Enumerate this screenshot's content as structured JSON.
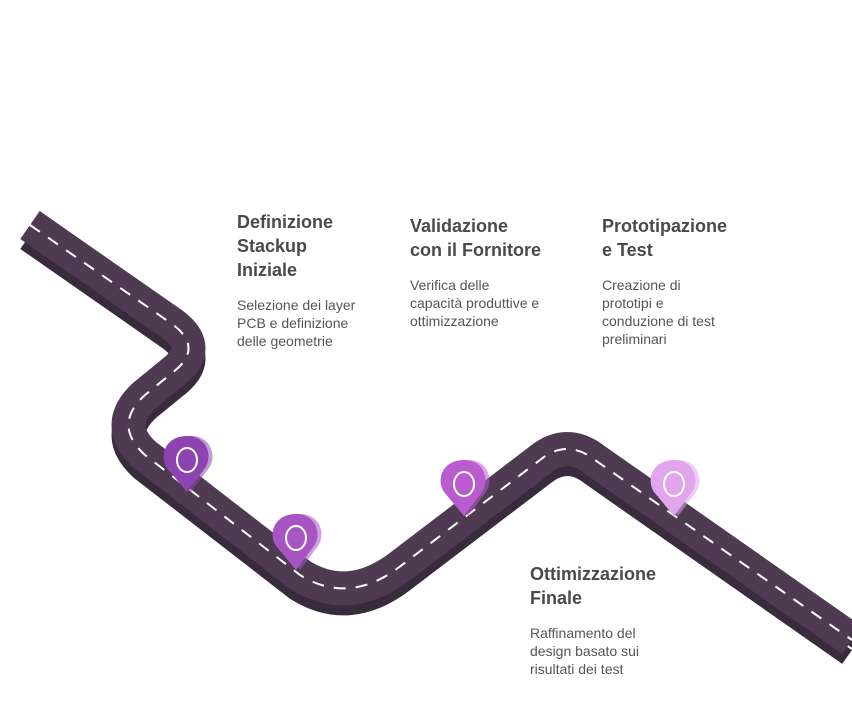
{
  "steps": [
    {
      "title": "Definizione\nStackup\nIniziale",
      "description": "Selezione dei layer\nPCB e definizione\ndelle geometrie",
      "pin_color": "#8e44b0"
    },
    {
      "title": "Validazione\ncon il Fornitore",
      "description": "Verifica delle\ncapacità produttive e\nottimizzazione",
      "pin_color": "#b85ccf"
    },
    {
      "title": "Prototipazione\ne Test",
      "description": "Creazione di\nprototipi e\nconduzione di test\npreliminari",
      "pin_color": "#e2a6ee"
    },
    {
      "title": "Ottimizzazione\nFinale",
      "description": "Raffinamento del\ndesign basato sui\nrisultati dei test",
      "pin_color": "#a855c4"
    }
  ],
  "colors": {
    "road": "#4e3b52",
    "road_side": "#3a2a3d",
    "lane_marking": "#ffffff"
  }
}
